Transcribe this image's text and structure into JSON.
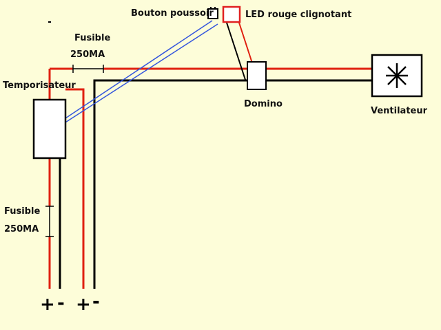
{
  "labels": {
    "fuse_top_title": "Fusible",
    "fuse_top_rating": "250MA",
    "timer": "Temporisateur",
    "push_button": "Bouton poussoir",
    "led": "LED rouge clignotant",
    "domino": "Domino",
    "fan": "Ventilateur",
    "fuse_left_title": "Fusible",
    "fuse_left_rating": "250MA"
  },
  "terminals": [
    "+",
    "-",
    "+",
    "-"
  ],
  "colors": {
    "background": "#fdfdd9",
    "wire_positive": "#e02010",
    "wire_negative": "#000000",
    "wire_button": "#3355dd",
    "led_outline": "#e02020",
    "component_fill": "#ffffff"
  }
}
